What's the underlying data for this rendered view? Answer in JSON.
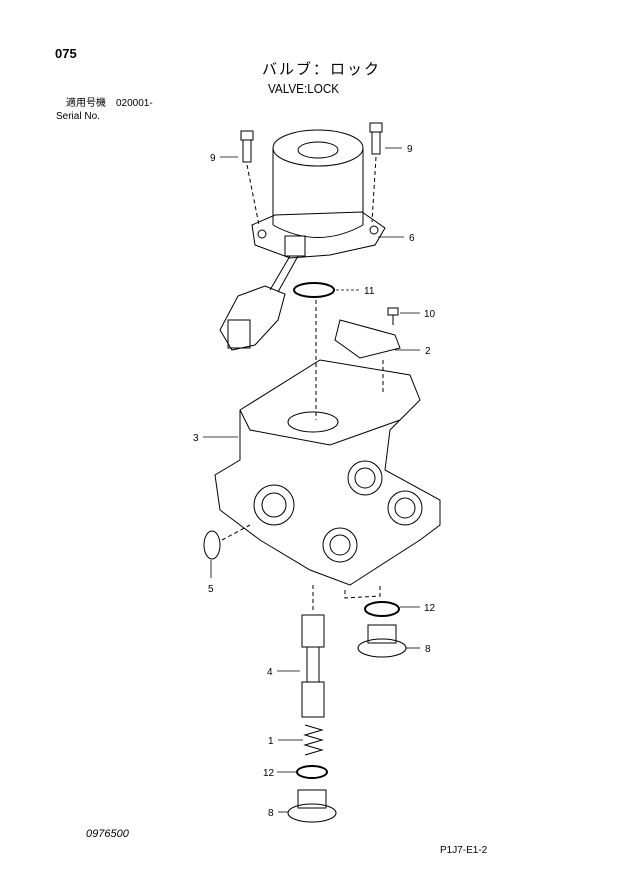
{
  "header": {
    "page_number": "075",
    "title_jp": "バルブ：ロック",
    "title_en": "VALVE:LOCK",
    "applicability_label": "適用号機　020001-",
    "serial_label": "Serial No."
  },
  "footer": {
    "document_number": "0976500",
    "reference_code": "P1J7-E1-2"
  },
  "callouts": [
    "9",
    "9",
    "6",
    "11",
    "10",
    "2",
    "3",
    "5",
    "12",
    "8",
    "4",
    "1",
    "12",
    "8"
  ]
}
